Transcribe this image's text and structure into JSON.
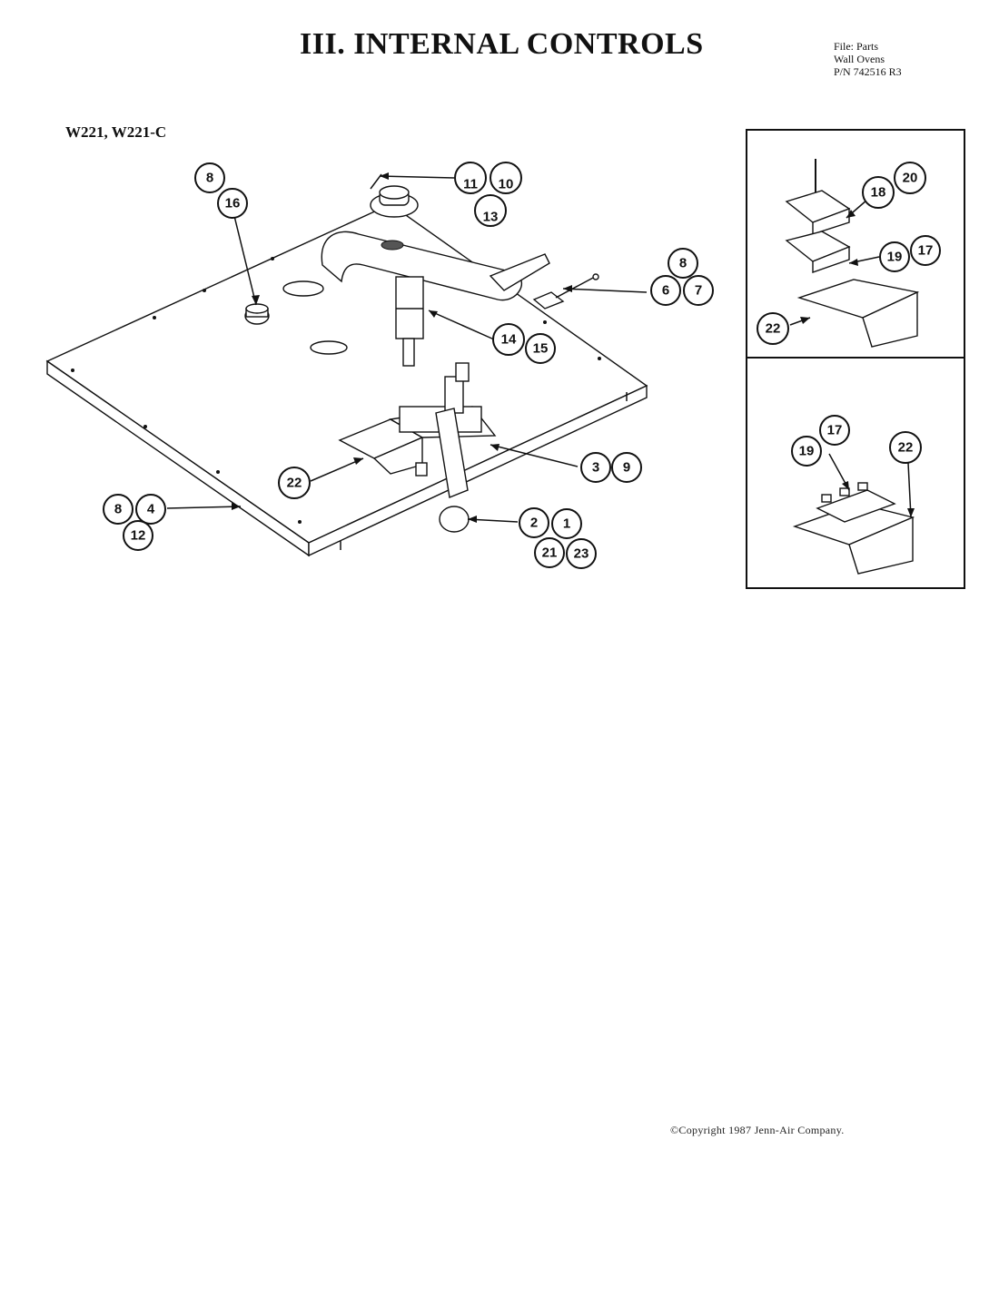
{
  "header": {
    "title": "III.  INTERNAL CONTROLS",
    "file_line1": "File: Parts",
    "file_line2": "Wall Ovens",
    "file_line3": "P/N 742516 R3",
    "models": "W221, W221-C"
  },
  "footer": {
    "copyright": "©Copyright 1987 Jenn-Air Company."
  },
  "callouts": {
    "c8a": "8",
    "c16": "16",
    "c11": "11",
    "c10": "10",
    "c13": "13",
    "c8b": "8",
    "c6": "6",
    "c7": "7",
    "c14": "14",
    "c15": "15",
    "c3": "3",
    "c9": "9",
    "c22a": "22",
    "c8c": "8",
    "c4": "4",
    "c12": "12",
    "c2": "2",
    "c1": "1",
    "c21": "21",
    "c23": "23",
    "c18a": "18",
    "c20": "20",
    "c19a": "19",
    "c17a": "17",
    "c22b": "22",
    "c19b": "19",
    "c17b": "17",
    "c22c": "22"
  }
}
